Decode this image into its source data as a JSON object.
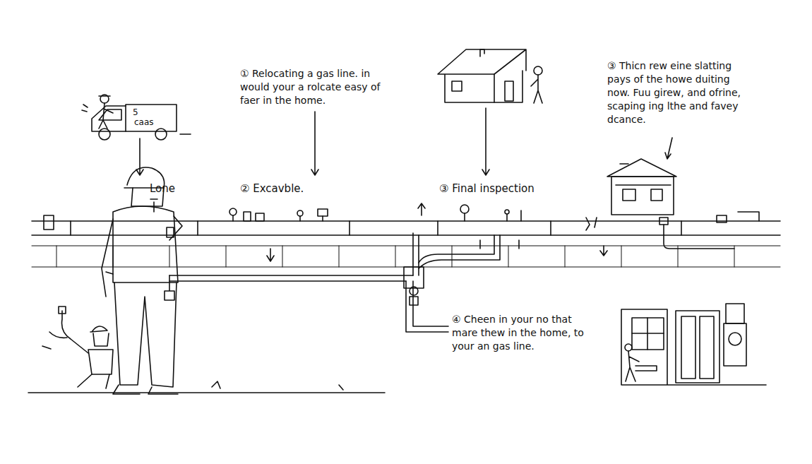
{
  "diagram": {
    "labels": [
      "5",
      "caas",
      "① Relocating a gas line. in would your a rolcate easy of faer in the home.",
      "③ Thicn rew eine slatting pays of the howe duiting now. Fuu girew, and ofrine, scaping ing lthe and favey dcance.",
      "Lone",
      "② Excavble.",
      "③ Final inspection",
      "④ Cheen in your no that mare thew in the home, to your an gas line."
    ]
  }
}
